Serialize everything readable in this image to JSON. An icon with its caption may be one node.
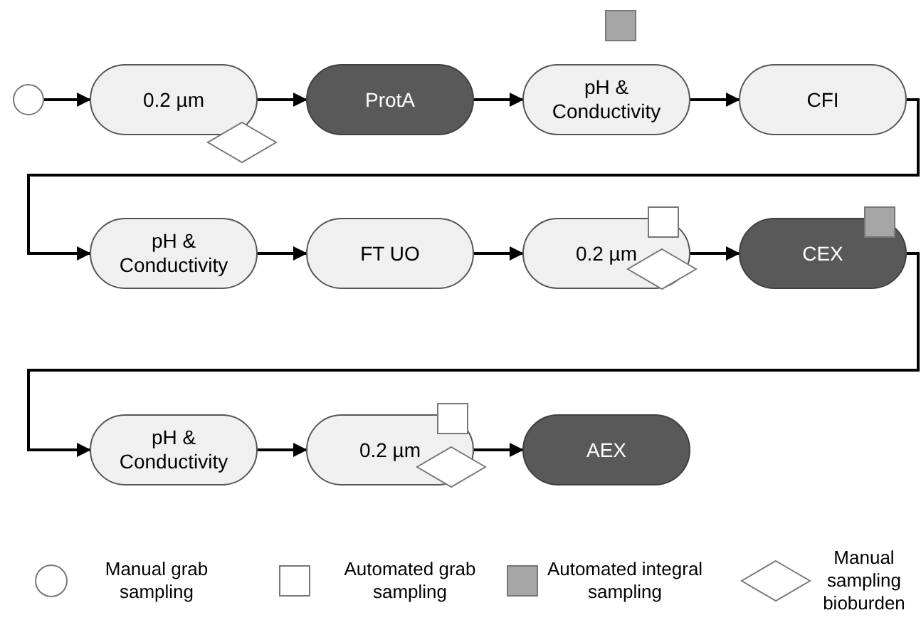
{
  "diagram": {
    "nodes": [
      {
        "text": [],
        "shape": "circle"
      },
      {
        "text": [
          "0.2 µm"
        ]
      },
      {
        "text": [
          "ProtA"
        ]
      },
      {
        "text": [
          "pH & Conductivity"
        ]
      },
      {
        "text": [
          "CFI"
        ]
      },
      {
        "text": [
          "pH & Conductivity"
        ]
      },
      {
        "text": [
          "FT UO"
        ]
      },
      {
        "text": [
          "0.2 µm"
        ]
      },
      {
        "text": [
          "CEX"
        ]
      },
      {
        "text": [
          "pH & Conductivity"
        ]
      },
      {
        "text": [
          "0.2 µm"
        ]
      },
      {
        "text": [
          "AEX"
        ]
      }
    ],
    "edges": [
      {
        "from": 0,
        "to": 1,
        "arrow": "to"
      },
      {
        "from": 1,
        "to": 2,
        "arrow": "to"
      },
      {
        "from": 2,
        "to": 3,
        "arrow": "to"
      },
      {
        "from": 3,
        "to": 4,
        "arrow": "to"
      },
      {
        "from": 4,
        "to": 5,
        "arrow": "to"
      },
      {
        "from": 5,
        "to": 6,
        "arrow": "to"
      },
      {
        "from": 6,
        "to": 7,
        "arrow": "to"
      },
      {
        "from": 7,
        "to": 8,
        "arrow": "to"
      },
      {
        "from": 8,
        "to": 9,
        "arrow": "to"
      },
      {
        "from": 9,
        "to": 10,
        "arrow": "to"
      },
      {
        "from": 10,
        "to": 11,
        "arrow": "to"
      }
    ],
    "legend": [
      {
        "text": "Manual grab sampling"
      },
      {
        "text": "Automated grab sampling"
      },
      {
        "text": "Automated integral sampling"
      },
      {
        "text": "Manual sampling bioburden"
      }
    ]
  }
}
